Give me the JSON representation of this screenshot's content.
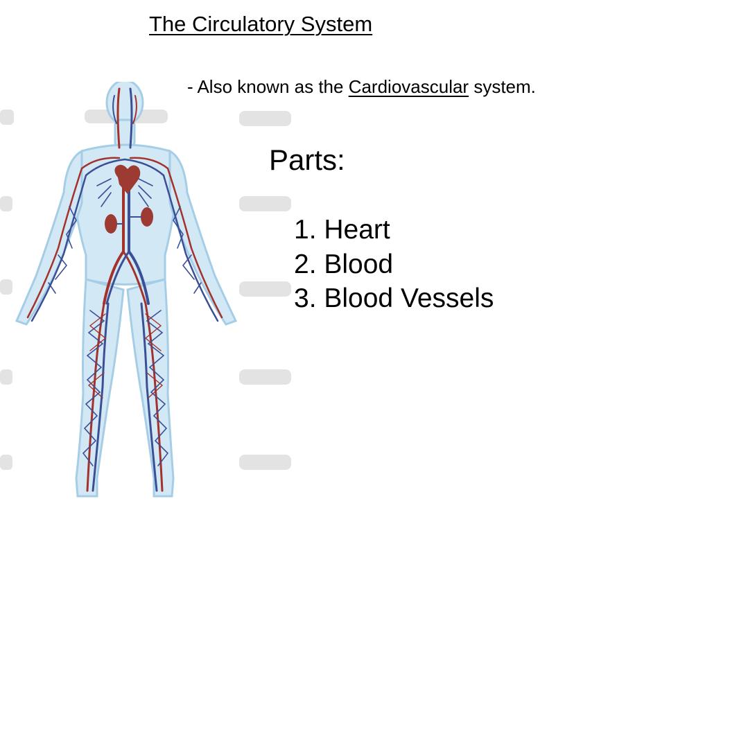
{
  "slide": {
    "title": "The Circulatory System",
    "subtitle": {
      "prefix": "- Also known as the ",
      "emphasis": "Cardiovascular",
      "suffix": " system."
    },
    "parts_heading": "Parts:",
    "parts": [
      {
        "number": "1.",
        "label": "Heart"
      },
      {
        "number": "2.",
        "label": "Blood"
      },
      {
        "number": "3.",
        "label": "Blood Vessels"
      }
    ]
  },
  "figure": {
    "icon": "human-circulatory-system-illustration",
    "colors": {
      "body": "#cfe6f4",
      "outline": "#9fc9e3",
      "artery": "#a3312c",
      "vein": "#3a4f96",
      "organ": "#9d3b33"
    }
  }
}
